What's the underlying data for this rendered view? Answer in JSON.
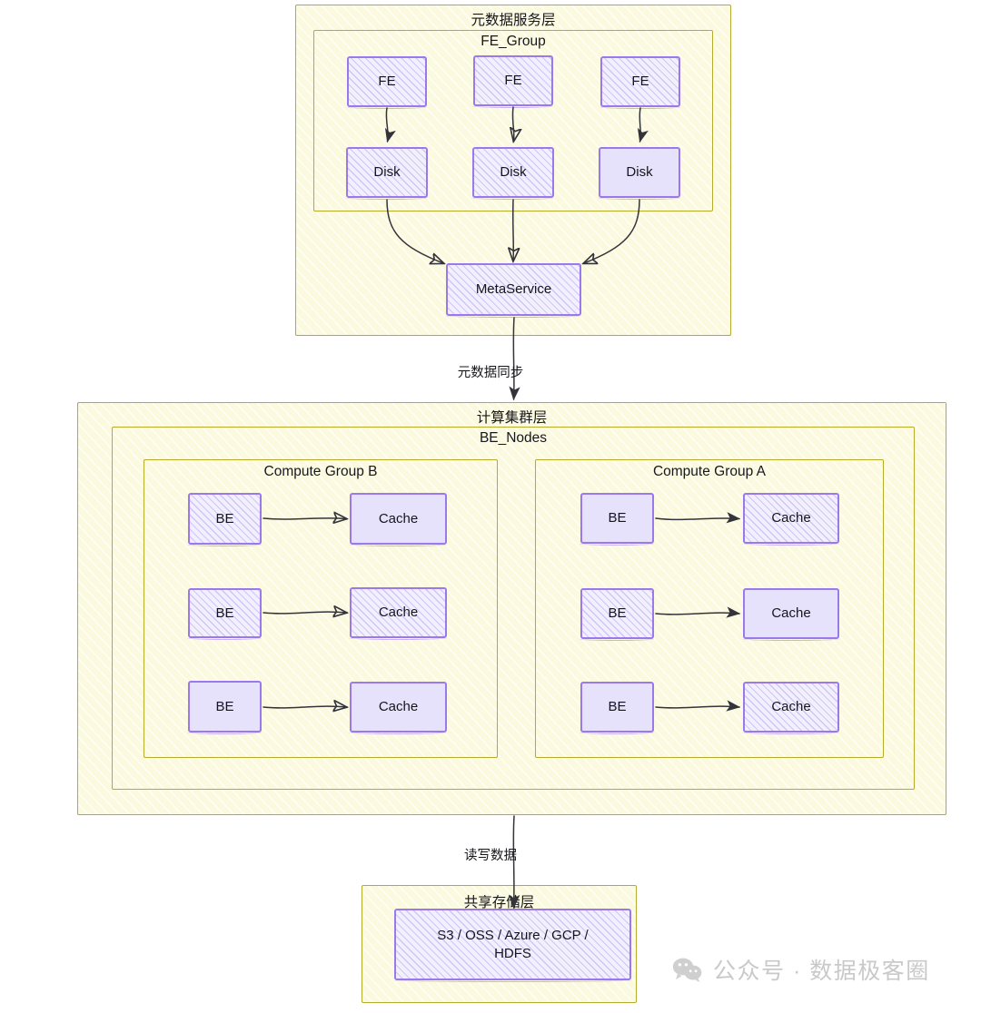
{
  "diagram": {
    "title_layers": {
      "metadata_layer": "元数据服务层",
      "fe_group": "FE_Group",
      "compute_layer": "计算集群层",
      "be_nodes": "BE_Nodes",
      "compute_group_b": "Compute Group B",
      "compute_group_a": "Compute Group A",
      "storage_layer": "共享存储层"
    },
    "metadata": {
      "fe_nodes": [
        {
          "label": "FE",
          "fill": "hatch"
        },
        {
          "label": "FE",
          "fill": "hatch"
        },
        {
          "label": "FE",
          "fill": "hatch"
        }
      ],
      "disk_nodes": [
        {
          "label": "Disk",
          "fill": "hatch"
        },
        {
          "label": "Disk",
          "fill": "hatch"
        },
        {
          "label": "Disk",
          "fill": "solid"
        }
      ],
      "meta_service": {
        "label": "MetaService",
        "fill": "hatch"
      }
    },
    "compute": {
      "group_b": {
        "rows": [
          {
            "be": "BE",
            "be_fill": "hatch",
            "cache": "Cache",
            "cache_fill": "solid"
          },
          {
            "be": "BE",
            "be_fill": "hatch",
            "cache": "Cache",
            "cache_fill": "hatch"
          },
          {
            "be": "BE",
            "be_fill": "solid",
            "cache": "Cache",
            "cache_fill": "solid"
          }
        ]
      },
      "group_a": {
        "rows": [
          {
            "be": "BE",
            "be_fill": "solid",
            "cache": "Cache",
            "cache_fill": "hatch"
          },
          {
            "be": "BE",
            "be_fill": "hatch",
            "cache": "Cache",
            "cache_fill": "solid"
          },
          {
            "be": "BE",
            "be_fill": "solid",
            "cache": "Cache",
            "cache_fill": "hatch"
          }
        ]
      }
    },
    "storage": {
      "backends": "S3 / OSS / Azure / GCP / HDFS",
      "backends_line1": "S3 / OSS / Azure / GCP /",
      "backends_line2": "HDFS"
    },
    "edges": {
      "metadata_sync": "元数据同步",
      "read_write_data": "读写数据"
    },
    "colors": {
      "group_fill": "#fcfade",
      "group_stroke": "#b5ac2e",
      "node_fill": "#e7e2fc",
      "node_stroke": "#9a79ec",
      "arrow": "#33333a",
      "text": "#17171c",
      "watermark": "#c9c9c9"
    }
  },
  "watermark": {
    "icon": "wechat-icon",
    "text": "公众号 · 数据极客圈"
  }
}
